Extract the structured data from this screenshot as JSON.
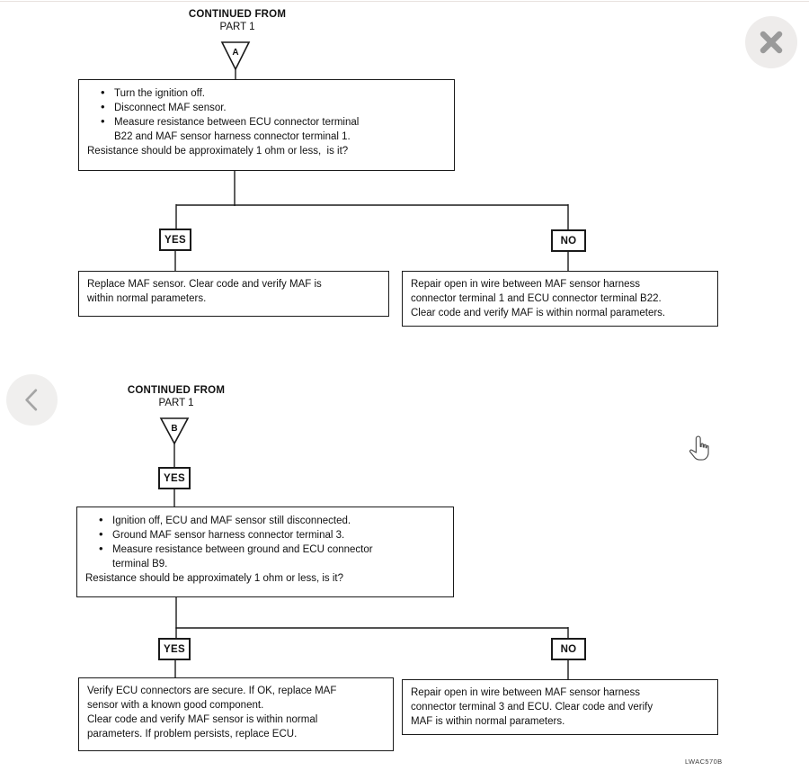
{
  "viewer": {
    "close_icon": "close-x",
    "prev_icon": "chevron-left",
    "cursor_icon": "hand-pointer",
    "accent_colors": {
      "button_fill": "#eeeceb",
      "button_glyph": "#9a9a9a",
      "line_black": "#1a1a1a"
    }
  },
  "diagram_code": "LWAC570B",
  "sections": [
    {
      "header_line1": "CONTINUED FROM",
      "header_line2": "PART 1",
      "connector_letter": "A",
      "decision_bullets": [
        "Turn the ignition off.",
        "Disconnect MAF sensor.",
        "Measure resistance between ECU connector terminal\nB22 and MAF sensor harness connector terminal 1."
      ],
      "decision_question": "Resistance should be approximately 1 ohm or less,  is it?",
      "yes_label": "YES",
      "no_label": "NO",
      "yes_outcome": "Replace MAF sensor. Clear code and verify MAF is\nwithin normal parameters.",
      "no_outcome": "Repair open in wire between MAF sensor harness\nconnector terminal 1 and ECU connector terminal B22.\nClear code and verify MAF is within normal parameters."
    },
    {
      "header_line1": "CONTINUED FROM",
      "header_line2": "PART 1",
      "connector_letter": "B",
      "entry_label": "YES",
      "decision_bullets": [
        "Ignition off, ECU and MAF sensor still disconnected.",
        "Ground MAF sensor harness connector terminal 3.",
        "Measure resistance between ground and ECU connector\nterminal B9."
      ],
      "decision_question": "Resistance should be approximately 1 ohm or less, is it?",
      "yes_label": "YES",
      "no_label": "NO",
      "yes_outcome": "Verify ECU connectors are secure. If OK, replace MAF\nsensor with a known good component.\nClear code and verify MAF sensor is within normal\nparameters. If problem persists, replace ECU.",
      "no_outcome": "Repair open in wire between MAF sensor harness\nconnector terminal 3 and ECU. Clear code and verify\nMAF is within normal parameters."
    }
  ]
}
